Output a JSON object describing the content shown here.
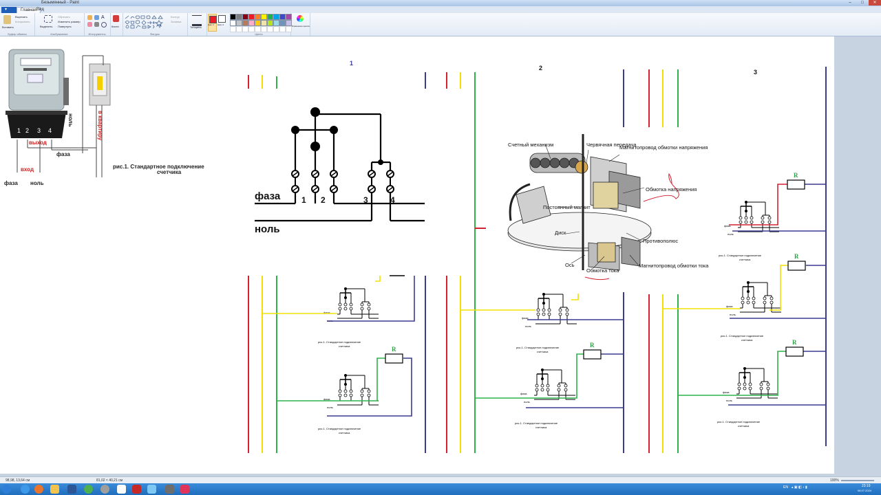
{
  "window": {
    "title": "Безымянный - Paint",
    "minimize": "–",
    "maximize": "□",
    "close": "✕"
  },
  "tabs": {
    "file": "",
    "home": "Главная",
    "view": "Вид"
  },
  "ribbon": {
    "paste": "Вставить",
    "cut": "Вырезать",
    "copy": "Копировать",
    "clipboard_group": "Буфер обмена",
    "select": "Выделить",
    "crop": "Обрезать",
    "resize": "Изменить размер",
    "rotate": "Повернуть",
    "image_group": "Изображение",
    "tools_group": "Инструменты",
    "brushes": "Кисти",
    "shapes_group": "Фигуры",
    "outline": "Контур",
    "fill": "Заливка",
    "thickness": "Толщина",
    "color1": "Цвет 1",
    "color2": "Цвет 2",
    "edit_colors": "Изменение цветов",
    "colors_group": "Цвета",
    "palette": [
      "#000000",
      "#7f7f7f",
      "#880015",
      "#ed1c24",
      "#ff7f27",
      "#fff200",
      "#22b14c",
      "#00a2e8",
      "#3f48cc",
      "#a349a4",
      "#ffffff",
      "#c3c3c3",
      "#b97a57",
      "#ffaec9",
      "#ffc90e",
      "#efe4b0",
      "#b5e61d",
      "#99d9ea",
      "#7092be",
      "#c8bfe7"
    ]
  },
  "drawing": {
    "fig_caption_line1": "рис.1. Стандартное подключение",
    "fig_caption_line2": "счетчика",
    "phase": "фаза",
    "neutral": "ноль",
    "input": "вход",
    "output": "выход",
    "to_flat": "в квартиру",
    "zero_vertical": "ноль",
    "terminals": [
      "1",
      "2",
      "3",
      "4"
    ],
    "panel_numbers": [
      "1",
      "2",
      "3"
    ],
    "resistor": "R",
    "mini_caption_line1": "рис.1. Стандартное подключение",
    "mini_caption_line2": "счетчика",
    "mech": {
      "counter": "Счетный механизм",
      "worm": "Червячная передача",
      "voltage_core": "Магнитопровод обмотки напряжения",
      "voltage_coil": "Обмотка напряжения",
      "magnet": "Постоянный магнит",
      "disk": "Диск",
      "pole": "Противополюс",
      "axis": "Ось",
      "current_coil": "Обмотка тока",
      "current_core": "Магнитопровод обмотки тока"
    }
  },
  "status": {
    "cursor": "98,98, 13,64 см",
    "size": "81,02 × 40,21 см",
    "zoom": "100%"
  },
  "tray": {
    "lang": "EN",
    "time": "23:19",
    "date": "08.07.2024"
  }
}
